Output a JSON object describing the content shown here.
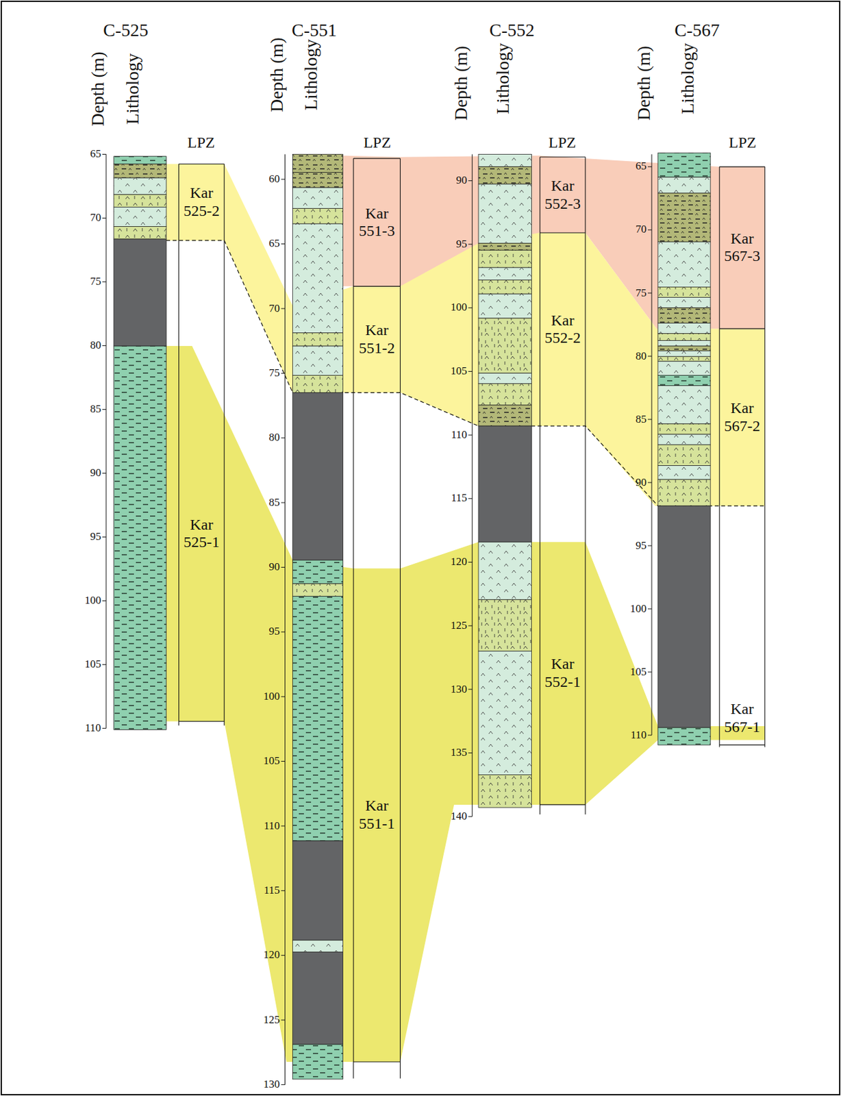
{
  "diagram": {
    "nodes": [
      {
        "text": [
          "Kar 525-2"
        ]
      },
      {
        "text": [
          "Kar 525-1"
        ]
      },
      {
        "text": [
          "Kar 551-3"
        ]
      },
      {
        "text": [
          "Kar 551-2"
        ]
      },
      {
        "text": [
          "Kar 551-1"
        ]
      },
      {
        "text": [
          "Kar 552-3"
        ]
      },
      {
        "text": [
          "Kar 552-2"
        ]
      },
      {
        "text": [
          "Kar 552-1"
        ]
      },
      {
        "text": [
          "Kar 567-3"
        ]
      },
      {
        "text": [
          "Kar 567-2"
        ]
      },
      {
        "text": [
          "Kar 567-1"
        ]
      }
    ],
    "labels": [
      "C-525",
      "Depth (m)",
      "Lithology",
      "LPZ",
      "65",
      "70",
      "75",
      "80",
      "85",
      "90",
      "95",
      "100",
      "105",
      "110",
      "C-551",
      "Depth (m)",
      "Lithology",
      "LPZ",
      "60",
      "65",
      "70",
      "75",
      "80",
      "85",
      "90",
      "95",
      "100",
      "105",
      "110",
      "115",
      "120",
      "125",
      "130",
      "C-552",
      "Depth (m)",
      "Lithology",
      "LPZ",
      "90",
      "95",
      "100",
      "105",
      "110",
      "115",
      "120",
      "125",
      "130",
      "135",
      "140",
      "C-567",
      "Depth (m)",
      "Lithology",
      "LPZ",
      "65",
      "70",
      "75",
      "80",
      "85",
      "90",
      "95",
      "100",
      "105",
      "110"
    ]
  }
}
